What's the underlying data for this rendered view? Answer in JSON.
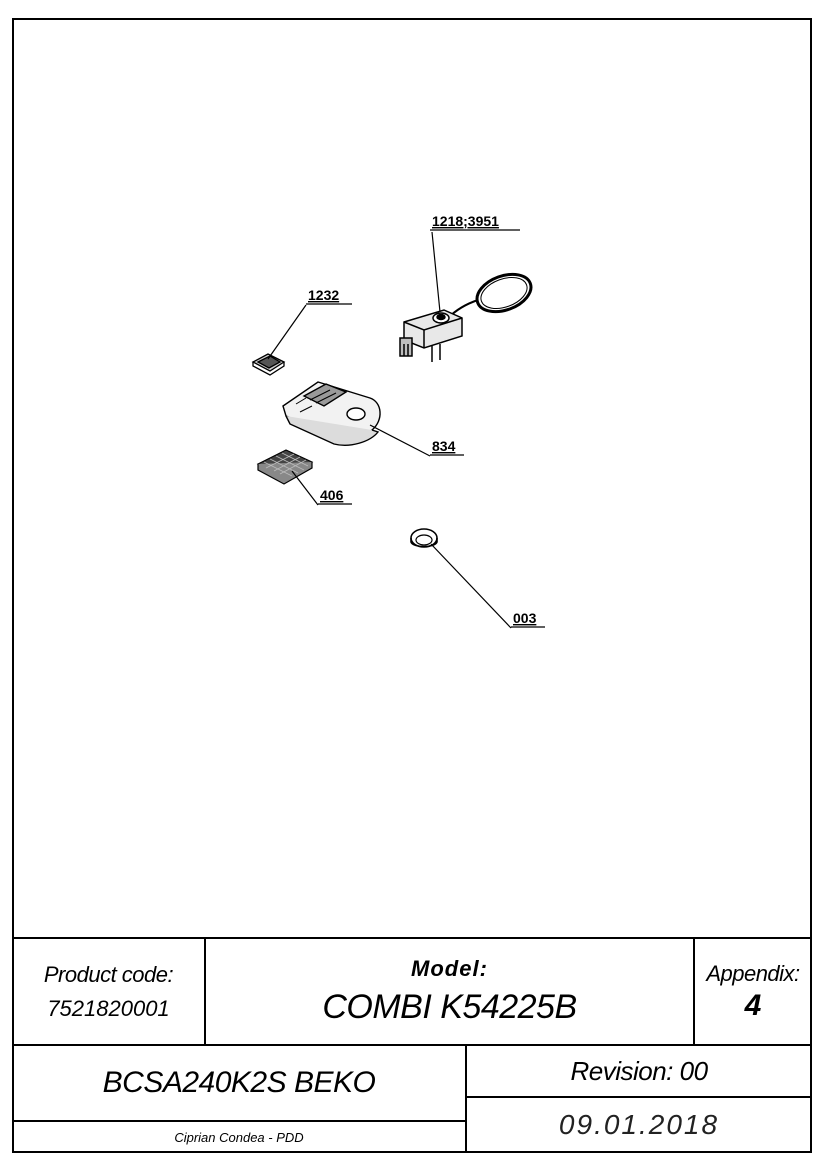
{
  "callouts": {
    "part_1218": "1218;3951",
    "part_1232": "1232",
    "part_834": "834",
    "part_406": "406",
    "part_003": "003"
  },
  "title_block": {
    "product_code_label": "Product code:",
    "product_code_value": "7521820001",
    "model_label": "Model:",
    "model_value": "COMBI K54225B",
    "appendix_label": "Appendix:",
    "appendix_value": "4",
    "product_name": "BCSA240K2S BEKO",
    "revision": "Revision: 00",
    "date": "09.01.2018",
    "author": "Ciprian Condea - PDD"
  }
}
